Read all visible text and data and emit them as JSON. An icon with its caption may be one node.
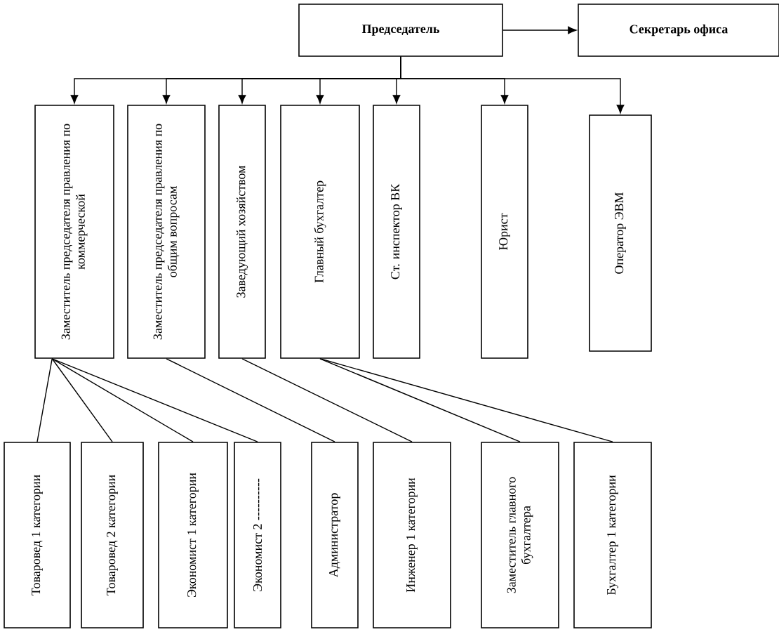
{
  "diagram": {
    "nodes": [
      {
        "text": [
          "Председатель"
        ]
      },
      {
        "text": [
          "Секретарь офиса"
        ]
      },
      {
        "text": [
          "Заместитель председателя правления по коммерческой"
        ]
      },
      {
        "text": [
          "Заместитель председателя правления по общим вопросам"
        ]
      },
      {
        "text": [
          "Заведующий хозяйством"
        ]
      },
      {
        "text": [
          "Главный бухгалтер"
        ]
      },
      {
        "text": [
          "Ст. инспектор ВК"
        ]
      },
      {
        "text": [
          "Юрист"
        ]
      },
      {
        "text": [
          "Оператор ЭВМ"
        ]
      },
      {
        "text": [
          "Товаровед 1 категории"
        ]
      },
      {
        "text": [
          "Товаровед 2 категории"
        ]
      },
      {
        "text": [
          "Экономист 1 категории"
        ]
      },
      {
        "text": [
          "Экономист 2 ----------"
        ]
      },
      {
        "text": [
          "Администратор"
        ]
      },
      {
        "text": [
          "Инженер 1 категории"
        ]
      },
      {
        "text": [
          "Заместитель главного бухгалтера"
        ]
      },
      {
        "text": [
          "Бухгалтер 1 категории"
        ]
      }
    ],
    "edges": [
      {
        "from": 0,
        "to": 1,
        "arrow": "to"
      },
      {
        "from": 0,
        "to": 2,
        "arrow": "to"
      },
      {
        "from": 0,
        "to": 3,
        "arrow": "to"
      },
      {
        "from": 0,
        "to": 4,
        "arrow": "to"
      },
      {
        "from": 0,
        "to": 5,
        "arrow": "to"
      },
      {
        "from": 0,
        "to": 6,
        "arrow": "to"
      },
      {
        "from": 0,
        "to": 7,
        "arrow": "to"
      },
      {
        "from": 0,
        "to": 8,
        "arrow": "to"
      },
      {
        "from": 2,
        "to": 9,
        "arrow": "none"
      },
      {
        "from": 2,
        "to": 10,
        "arrow": "none"
      },
      {
        "from": 2,
        "to": 11,
        "arrow": "none"
      },
      {
        "from": 2,
        "to": 12,
        "arrow": "none"
      },
      {
        "from": 3,
        "to": 13,
        "arrow": "none"
      },
      {
        "from": 4,
        "to": 14,
        "arrow": "none"
      },
      {
        "from": 5,
        "to": 15,
        "arrow": "none"
      },
      {
        "from": 5,
        "to": 16,
        "arrow": "none"
      }
    ]
  }
}
